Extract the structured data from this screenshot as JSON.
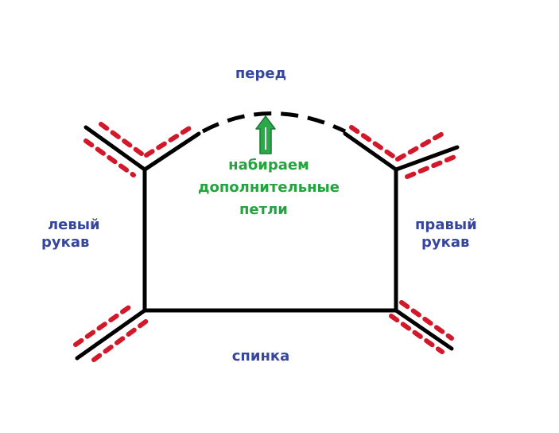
{
  "labels": {
    "front": "перед",
    "back": "спинка",
    "left_sleeve_line1": "левый",
    "left_sleeve_line2": "рукав",
    "right_sleeve_line1": "правый",
    "right_sleeve_line2": "рукав",
    "note_line1": "набираем",
    "note_line2": "дополнительные",
    "note_line3": "петли"
  },
  "colors": {
    "outline": "#000000",
    "dash_red": "#d3182a",
    "label_blue": "#3545a0",
    "note_green": "#22a43e",
    "arrow_green": "#2aa84a"
  },
  "icons": {
    "arrow": "arrow-up-icon"
  }
}
